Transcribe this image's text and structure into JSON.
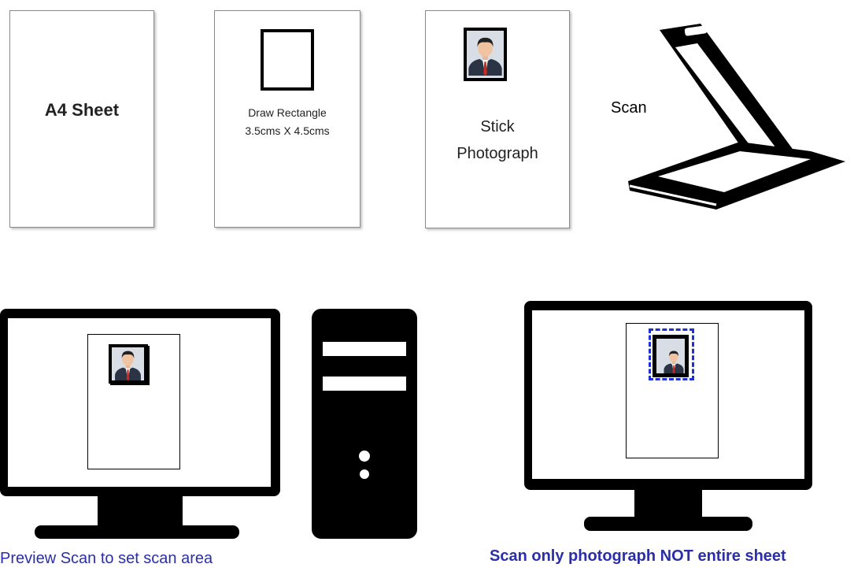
{
  "steps": {
    "a4_sheet": {
      "label": "A4 Sheet"
    },
    "draw_rectangle": {
      "line1": "Draw Rectangle",
      "line2": "3.5cms  X 4.5cms"
    },
    "stick_photograph": {
      "line1": "Stick",
      "line2": "Photograph"
    },
    "scan": {
      "label": "Scan"
    }
  },
  "captions": {
    "preview_scan": "Preview Scan to set scan area",
    "scan_only_photo": "Scan only photograph NOT entire sheet"
  },
  "icons": [
    "photo-icon",
    "scanner-icon",
    "monitor-icon",
    "pc-tower-icon",
    "scan-selection-icon"
  ],
  "colors": {
    "caption": "#2a2fa8",
    "scan_selection": "#1f2fd6",
    "device": "#000000",
    "tie": "#d0261c"
  }
}
